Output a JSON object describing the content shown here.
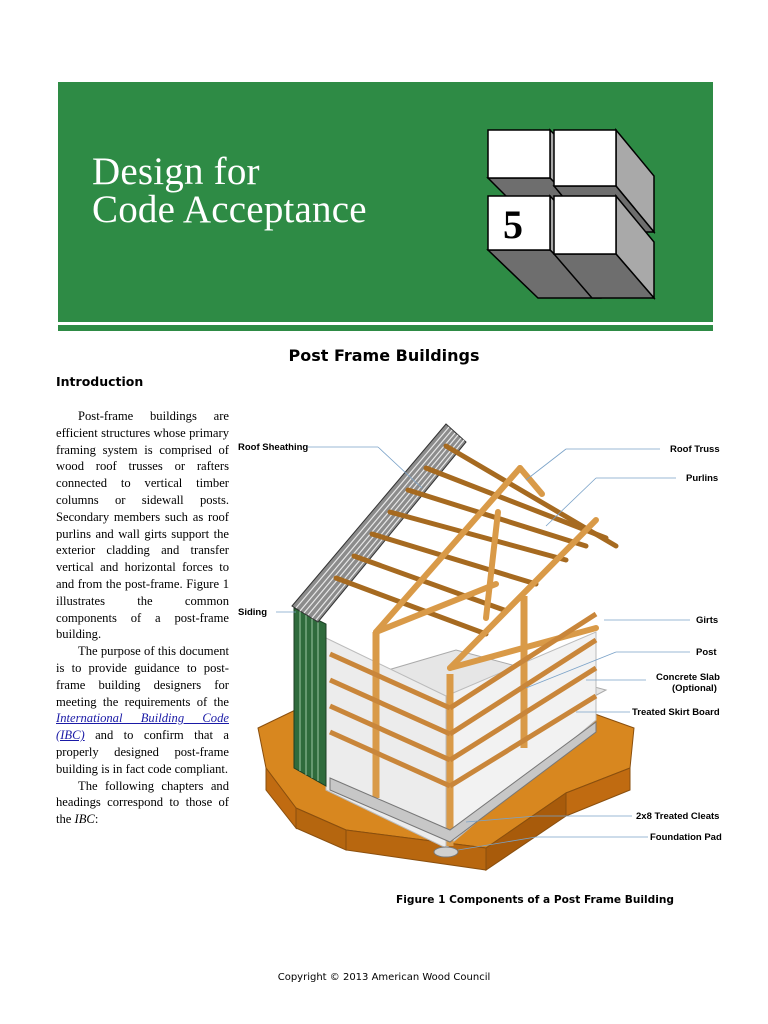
{
  "banner": {
    "title_line1": "Design for",
    "title_line2": "Code Acceptance",
    "chapter_number": "5",
    "color": "#2e8b45"
  },
  "page": {
    "subtitle": "Post Frame Buildings",
    "intro_heading": "Introduction",
    "paragraphs": [
      "Post-frame buildings are efficient structures whose primary framing system is comprised of wood roof trusses or rafters connected to vertical timber columns or sidewall posts. Secondary members such as roof purlins and wall girts support the exterior cladding and transfer vertical and horizontal forces to and from the post-frame. Figure 1 illustrates the common components of a post-frame building.",
      "The purpose of this document is to provide guidance to post-frame building designers for meeting the requirements of the",
      "and to confirm that a properly designed post-frame building is in fact code compliant.",
      "The following chapters and headings correspond to those of the"
    ],
    "ibc_link": "International Building Code (IBC)",
    "ibc_abbrev": "IBC",
    "end_punct": ":"
  },
  "figure": {
    "labels": {
      "roof_sheathing": "Roof Sheathing",
      "roof_truss": "Roof Truss",
      "purlins": "Purlins",
      "siding": "Siding",
      "girts": "Girts",
      "post": "Post",
      "concrete_slab_1": "Concrete Slab",
      "concrete_slab_2": "(Optional)",
      "treated_skirt_board": "Treated Skirt Board",
      "cleats": "2x8 Treated Cleats",
      "foundation_pad": "Foundation Pad"
    },
    "caption": "Figure 1  Components of a Post Frame Building",
    "colors": {
      "wood": "#d99a48",
      "soil": "#c8771c",
      "steel": "#6f6f6f",
      "siding": "#2f6b3c"
    }
  },
  "footer": {
    "copyright": "Copyright © 2013 American Wood Council"
  }
}
